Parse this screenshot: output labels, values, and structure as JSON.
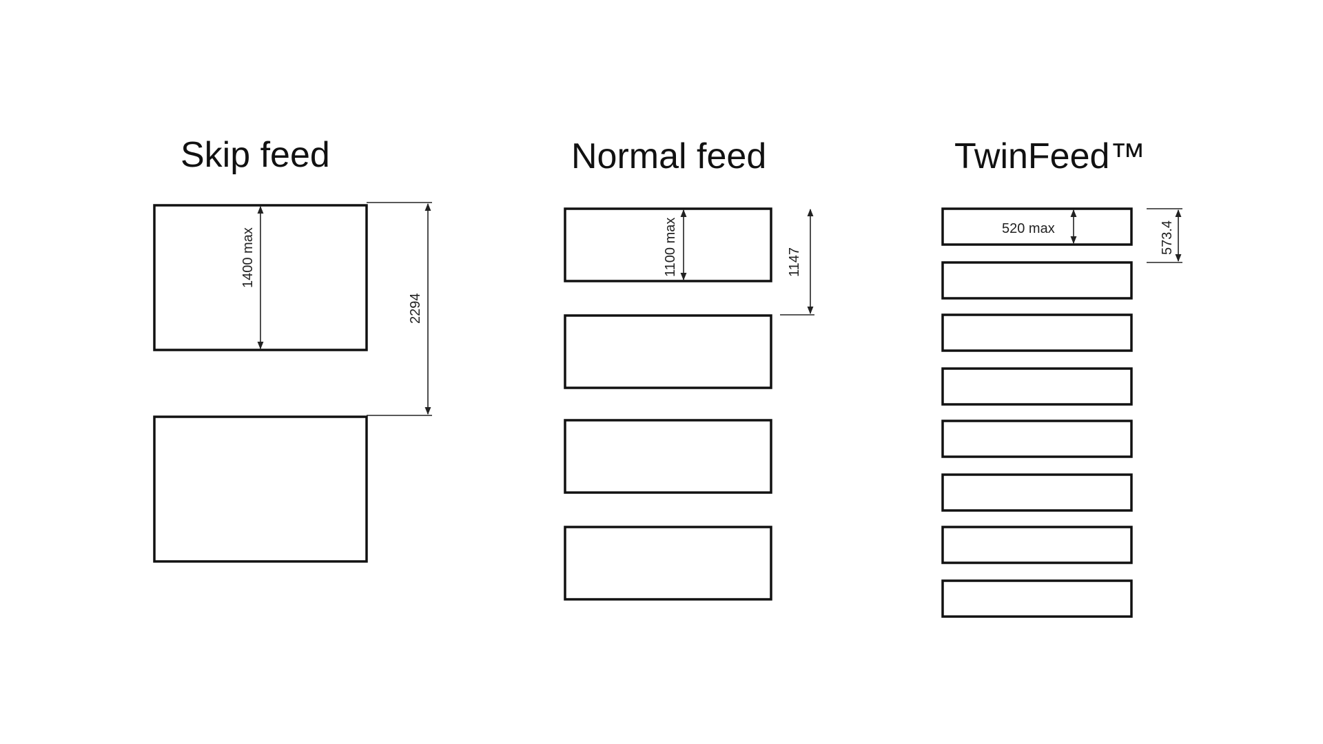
{
  "diagrams": [
    {
      "title": "Skip feed",
      "boxes": 2,
      "inner_dimension": "1400 max",
      "pitch_dimension": "2294"
    },
    {
      "title": "Normal feed",
      "boxes": 4,
      "inner_dimension": "1100 max",
      "pitch_dimension": "1147"
    },
    {
      "title": "TwinFeed™",
      "boxes": 8,
      "inner_dimension": "520 max",
      "pitch_dimension": "573.4"
    }
  ]
}
